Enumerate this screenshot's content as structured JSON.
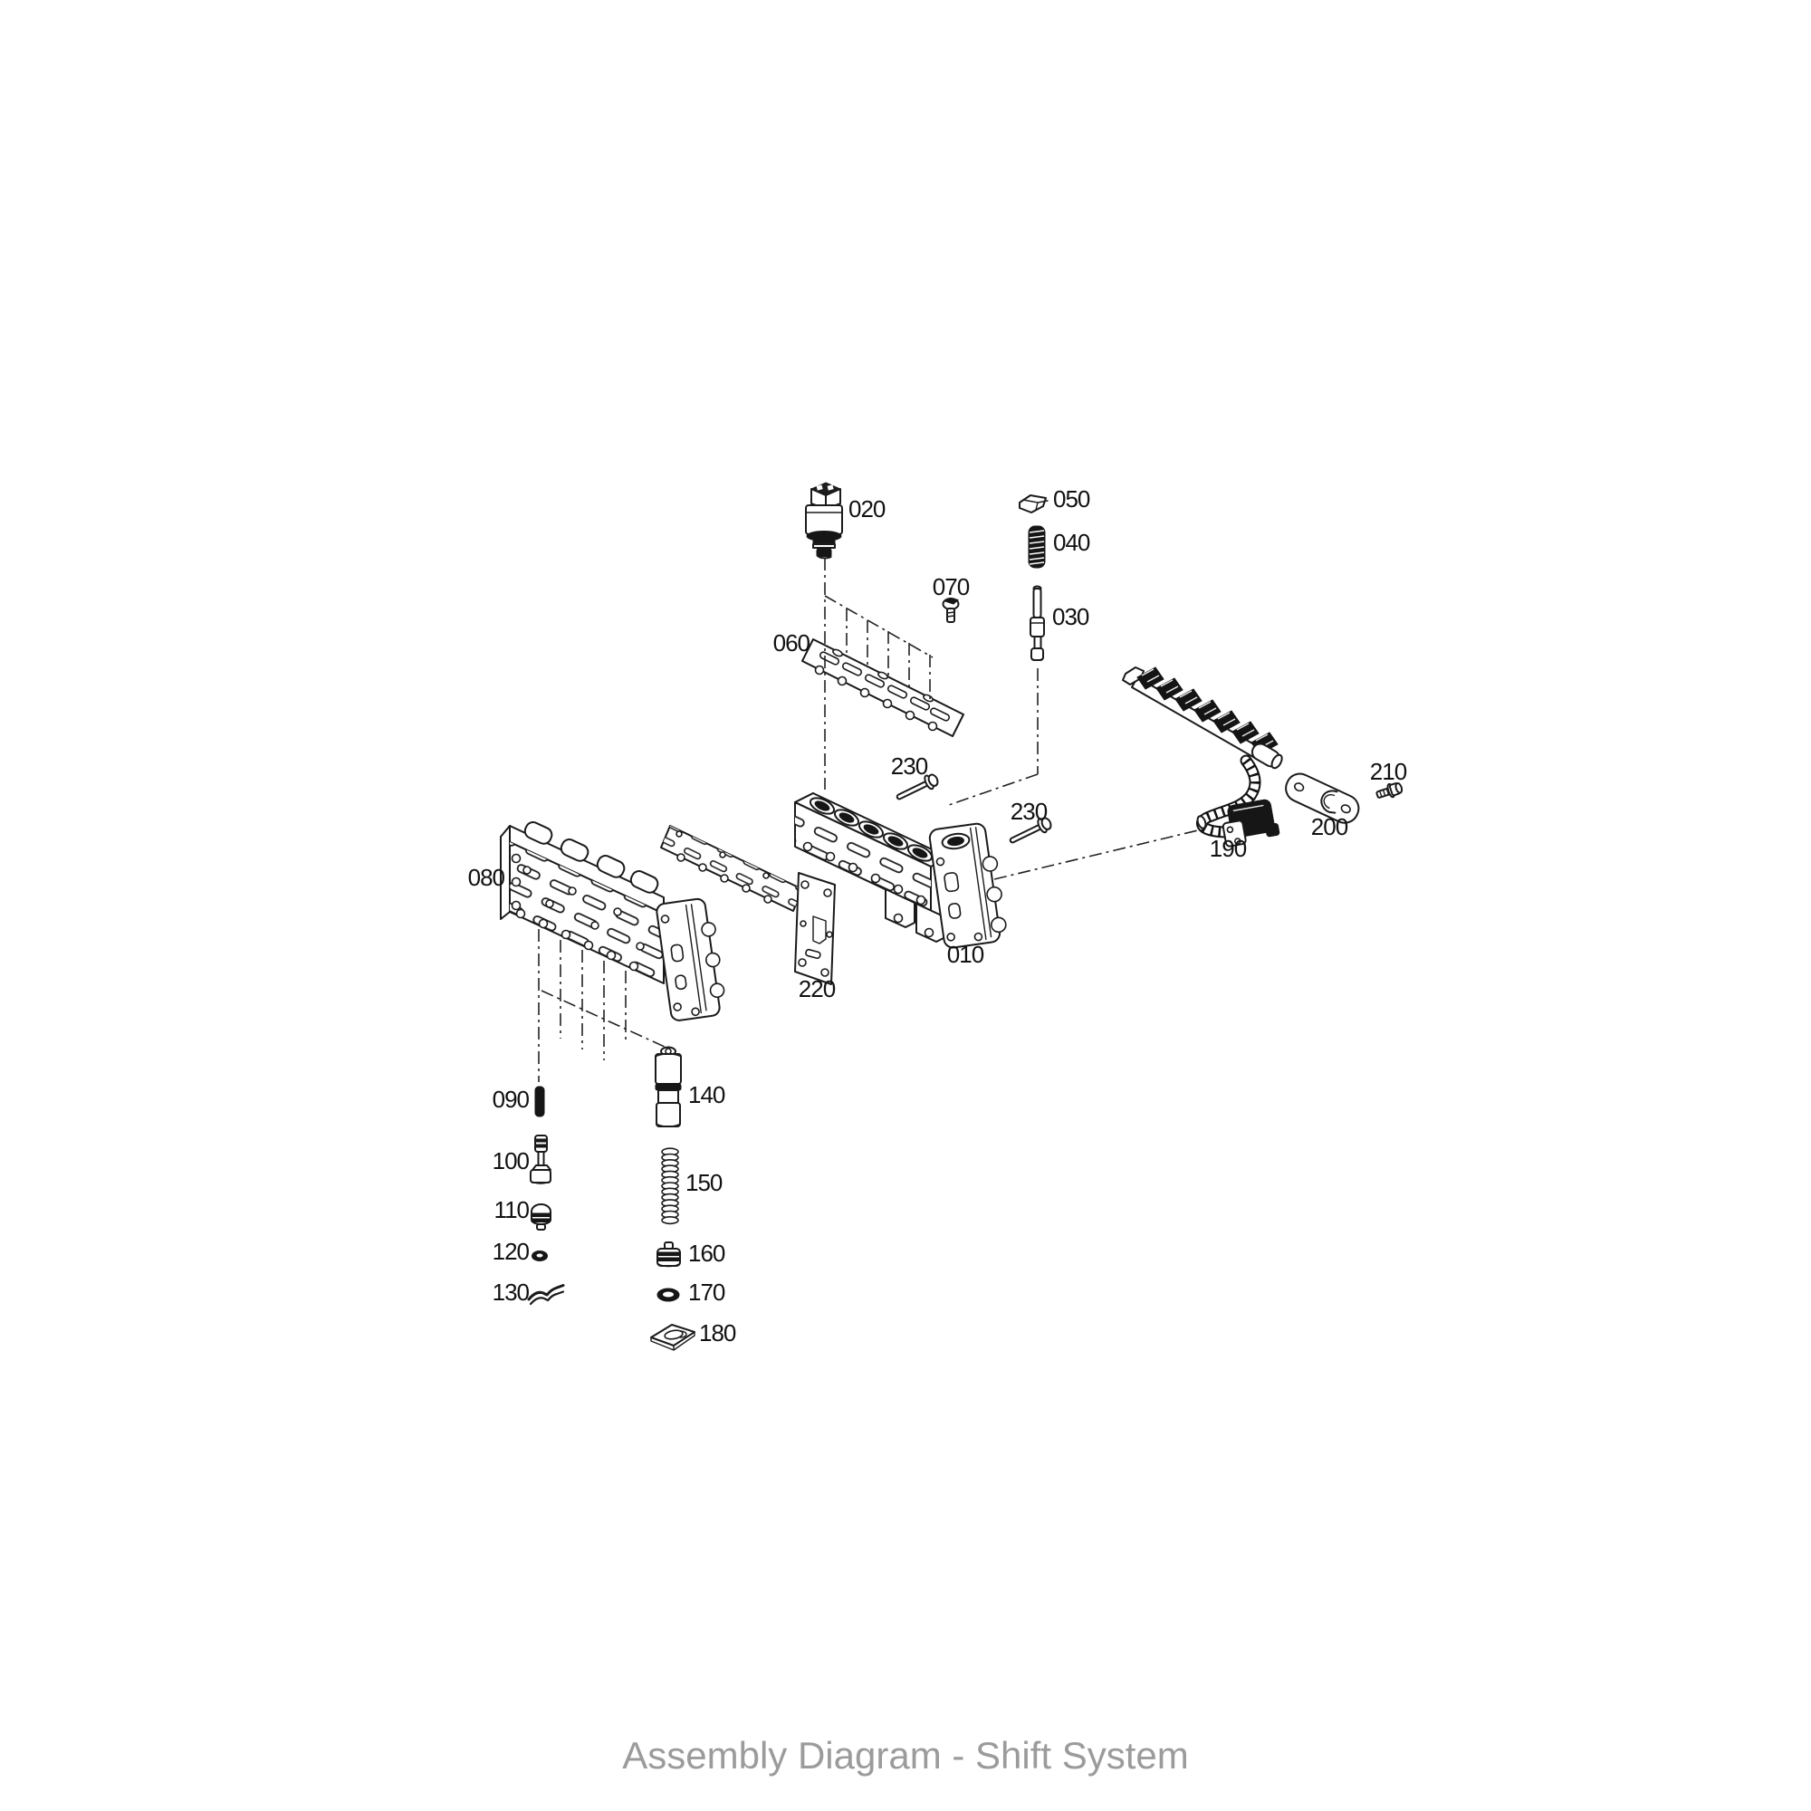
{
  "diagram": {
    "caption": "Assembly Diagram - Shift System",
    "callouts": {
      "c010": "010",
      "c020": "020",
      "c030": "030",
      "c040": "040",
      "c050": "050",
      "c060": "060",
      "c070": "070",
      "c080": "080",
      "c090": "090",
      "c100": "100",
      "c110": "110",
      "c120": "120",
      "c130": "130",
      "c140": "140",
      "c150": "150",
      "c160": "160",
      "c170": "170",
      "c180": "180",
      "c190": "190",
      "c200": "200",
      "c210": "210",
      "c220": "220",
      "c230_upper": "230",
      "c230_lower": "230"
    },
    "colors": {
      "line": "#1a1a1a",
      "caption_gray": "#9b9b9b",
      "background": "#ffffff"
    }
  }
}
